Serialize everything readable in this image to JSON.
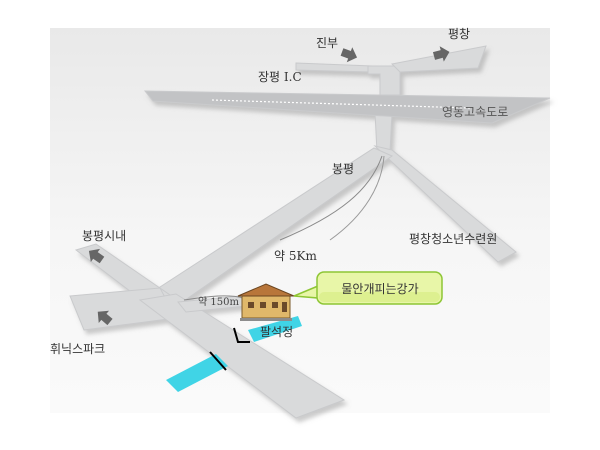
{
  "map": {
    "labels": {
      "jinbu": "진부",
      "pyeongchang": "평창",
      "jangpyeong_ic": "장평 I.C",
      "yeongdong_expressway": "영동고속도로",
      "bongpyeong": "봉평",
      "pyeongchang_youth_center": "평창청소년수련원",
      "bongpyeong_downtown": "봉평시내",
      "distance_5km": "약 5Km",
      "distance_150m": "약 150m",
      "callout": "물안개피는강가",
      "palseokjeong": "팔석정",
      "phoenix_park": "휘닉스파크"
    },
    "colors": {
      "background": "#ffffff",
      "map_panel": "#f2f2f2",
      "road": "#d9dadb",
      "road_edge": "#bfc0c2",
      "expressway": "#c2c3c5",
      "river": "#40d4e6",
      "arrow": "#666666",
      "callout_fill": "#e8f6a8",
      "callout_border": "#8ec635"
    },
    "icons": {
      "arrows": "arrow-icon",
      "destination": "house-icon"
    }
  }
}
